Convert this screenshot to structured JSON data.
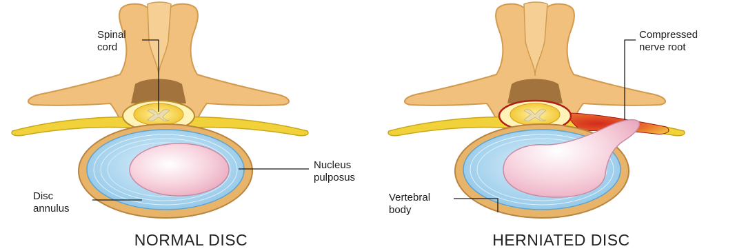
{
  "panels": {
    "normal": {
      "caption": "NORMAL DISC",
      "labels": {
        "spinal_cord": [
          "Spinal",
          "cord"
        ],
        "nucleus": [
          "Nucleus",
          "pulposus"
        ],
        "annulus": [
          "Disc",
          "annulus"
        ]
      }
    },
    "herniated": {
      "caption": "HERNIATED DISC",
      "labels": {
        "nerve_root": [
          "Compressed",
          "nerve root"
        ],
        "vertebral_body": [
          "Vertebral",
          "body"
        ]
      }
    }
  },
  "colors": {
    "bone": "#f0c07c",
    "bone_dark": "#d29a4e",
    "nerve": "#f1d23a",
    "annulus": "#a9d8f0",
    "annulus_edge": "#6fb2dc",
    "nucleus": "#f5c9d6",
    "nucleus_edge": "#c98aa2",
    "body_rim": "#e8b46a",
    "inflammation": "#d42a1e"
  }
}
